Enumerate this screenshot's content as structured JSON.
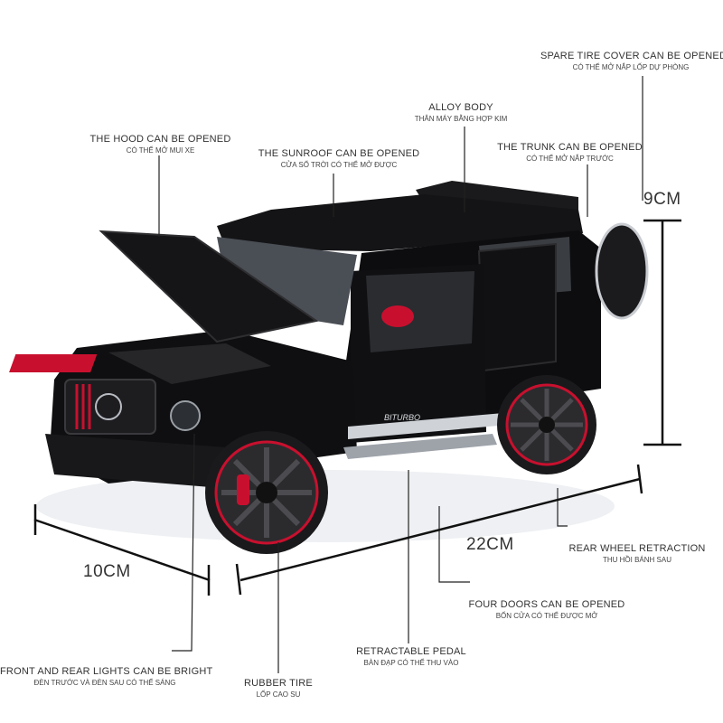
{
  "callouts": {
    "hood": {
      "en": "THE HOOD CAN BE OPENED",
      "vi": "CÓ THỂ MỞ MUI XE"
    },
    "sunroof": {
      "en": "THE SUNROOF CAN BE OPENED",
      "vi": "CỬA SỔ TRỜI CÓ THỂ MỞ ĐƯỢC"
    },
    "alloy": {
      "en": "ALLOY BODY",
      "vi": "THÂN MÁY BẰNG HỢP KIM"
    },
    "trunk": {
      "en": "THE TRUNK CAN BE OPENED",
      "vi": "CÓ THỂ MỞ NẮP TRƯỚC"
    },
    "spare": {
      "en": "SPARE TIRE COVER CAN BE OPENED",
      "vi": "CÓ THỂ MỞ NẮP LỐP DỰ PHÒNG"
    },
    "rearwheel": {
      "en": "REAR WHEEL RETRACTION",
      "vi": "THU HỒI BÁNH SAU"
    },
    "doors": {
      "en": "FOUR DOORS CAN BE OPENED",
      "vi": "BỐN CỬA CÓ THỂ ĐƯỢC MỞ"
    },
    "pedal": {
      "en": "RETRACTABLE PEDAL",
      "vi": "BÀN ĐẠP CÓ THỂ THU VÀO"
    },
    "tire": {
      "en": "RUBBER TIRE",
      "vi": "LỐP CAO SU"
    },
    "lights": {
      "en": "FRONT AND REAR LIGHTS CAN BE BRIGHT",
      "vi": "ĐÈN TRƯỚC VÀ ĐÈN SAU CÓ THỂ SÁNG"
    }
  },
  "dimensions": {
    "height": "9CM",
    "length": "22CM",
    "width": "10CM"
  },
  "car": {
    "badge": "BITURBO",
    "colors": {
      "body": "#0d0d0f",
      "accent": "#c8102e",
      "chrome": "#b8bcc2"
    }
  }
}
